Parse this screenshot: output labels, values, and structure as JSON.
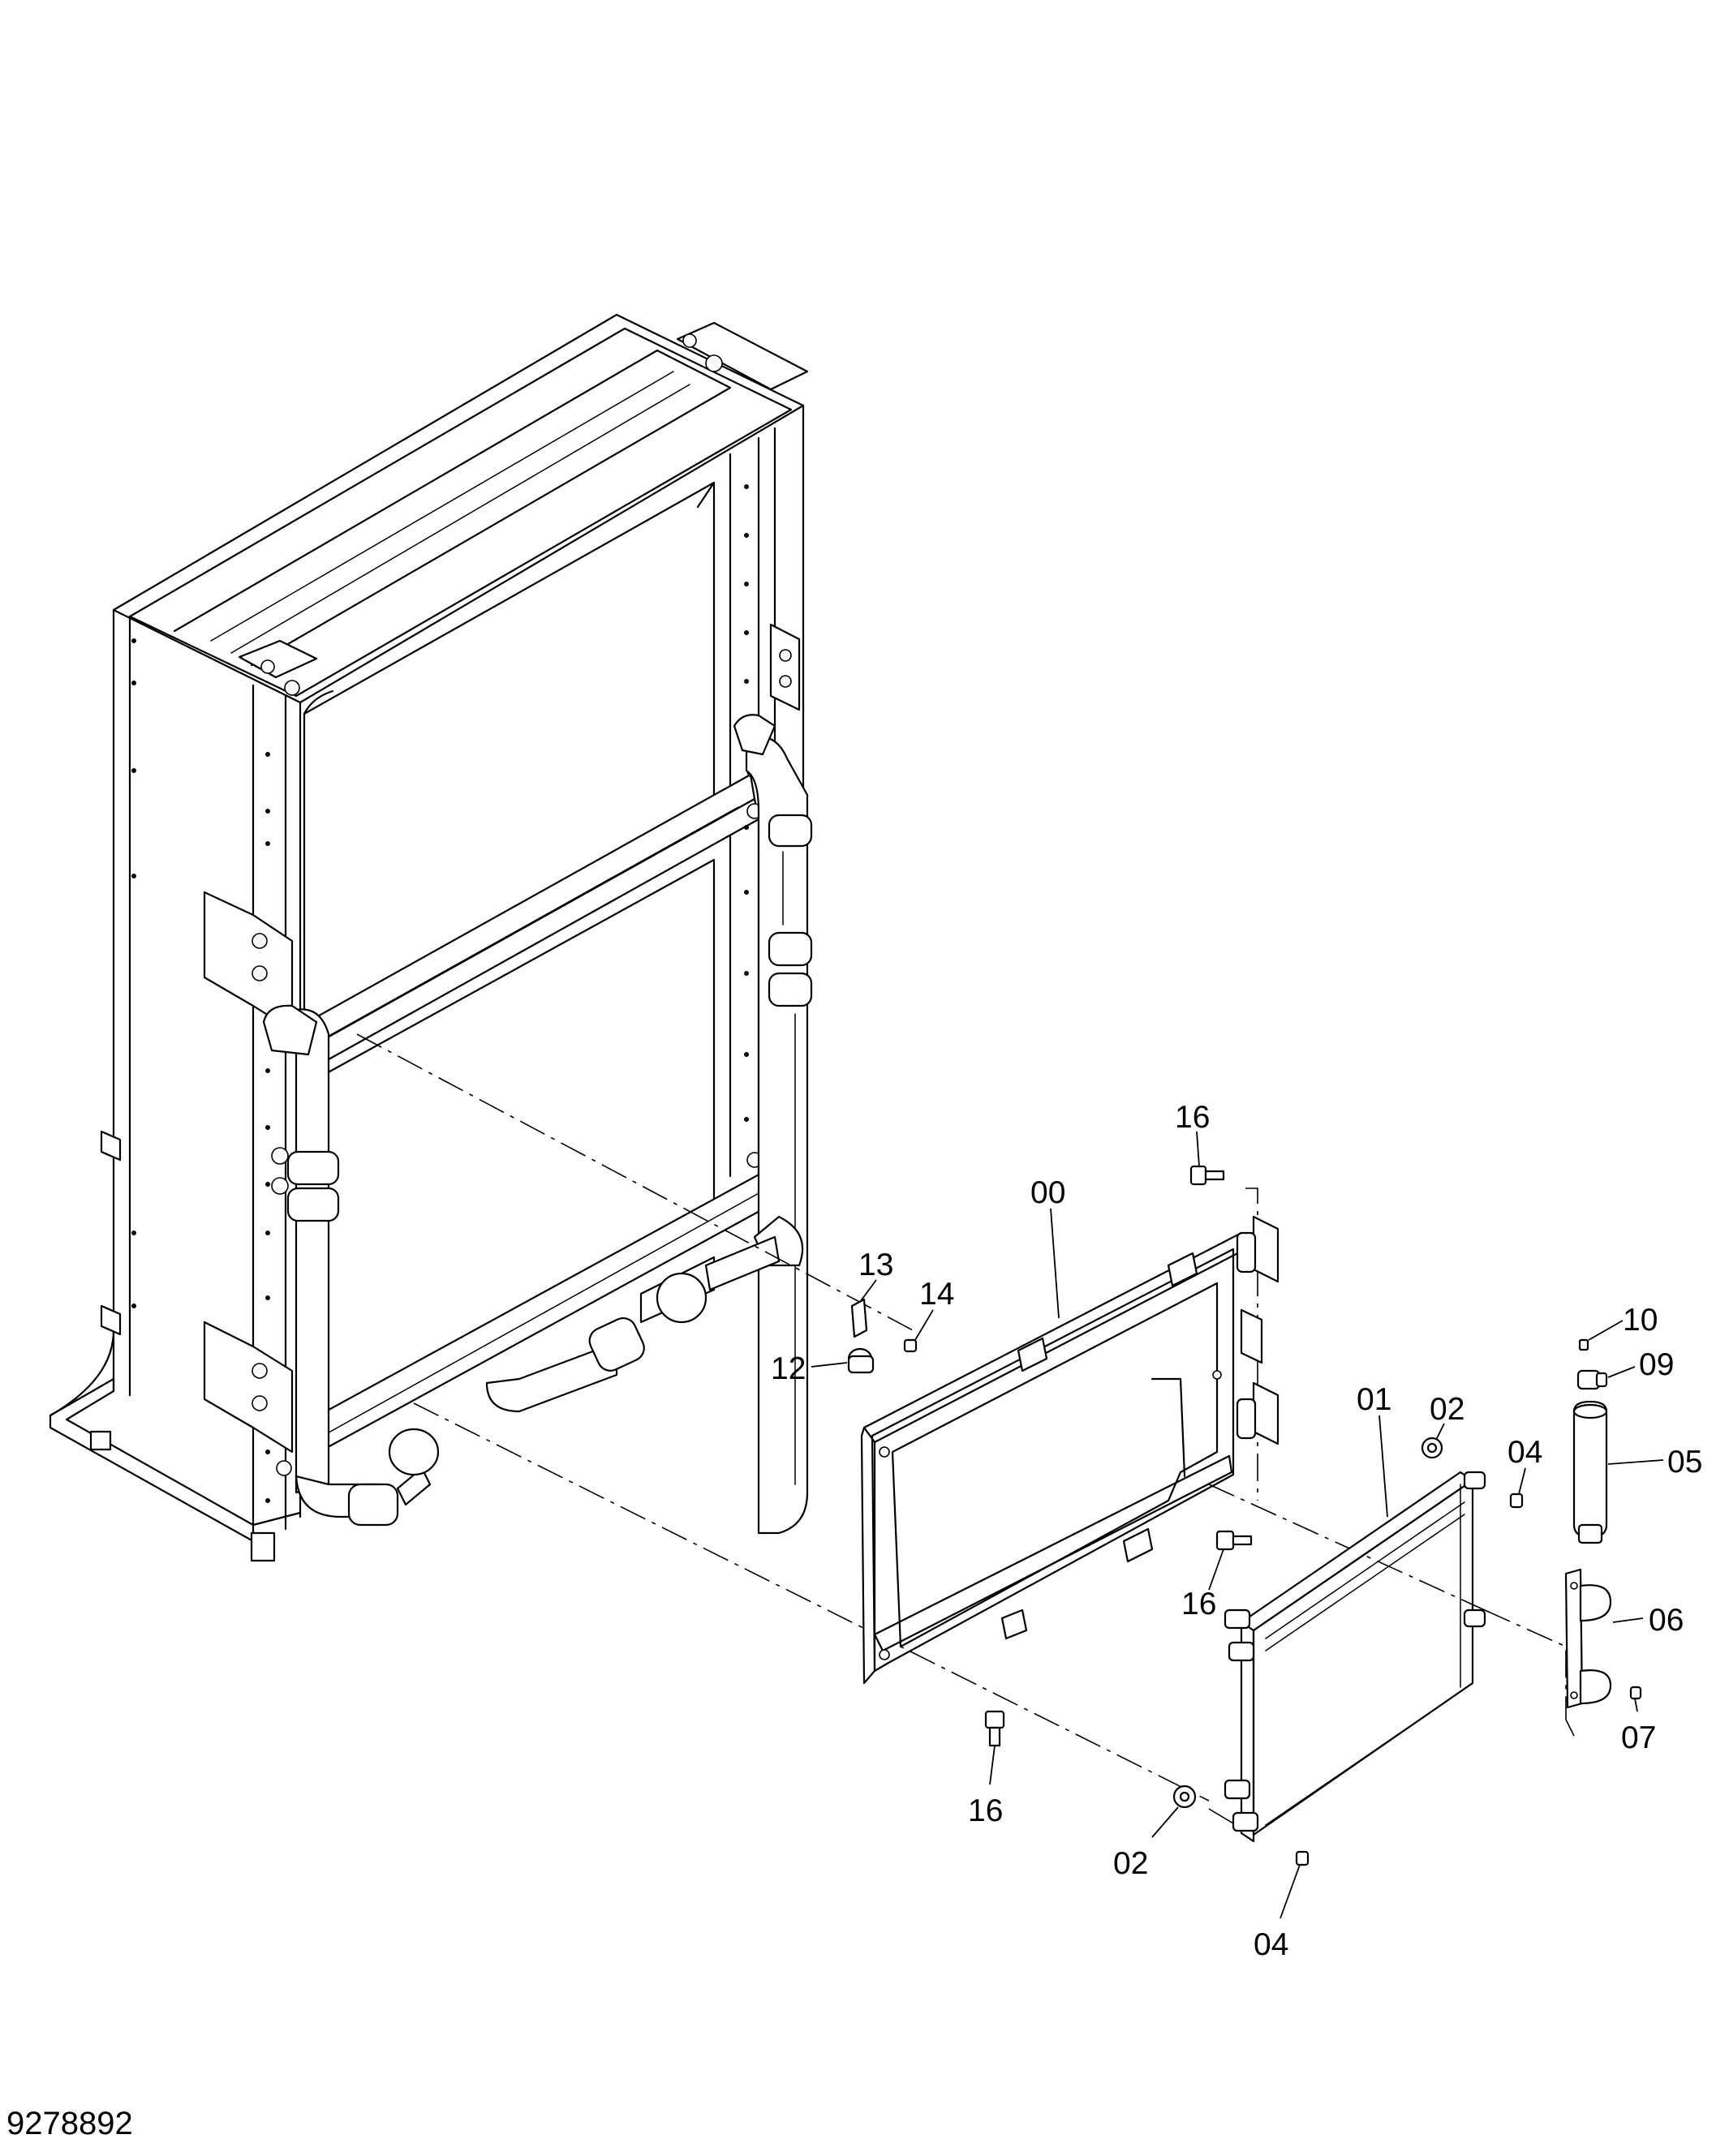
{
  "drawing_number": "9278892",
  "callouts": [
    {
      "id": "c16a",
      "text": "16"
    },
    {
      "id": "c00",
      "text": "00"
    },
    {
      "id": "c13",
      "text": "13"
    },
    {
      "id": "c14",
      "text": "14"
    },
    {
      "id": "c12",
      "text": "12"
    },
    {
      "id": "c01",
      "text": "01"
    },
    {
      "id": "c02a",
      "text": "02"
    },
    {
      "id": "c04a",
      "text": "04"
    },
    {
      "id": "c10",
      "text": "10"
    },
    {
      "id": "c09",
      "text": "09"
    },
    {
      "id": "c05",
      "text": "05"
    },
    {
      "id": "c16b",
      "text": "16"
    },
    {
      "id": "c06",
      "text": "06"
    },
    {
      "id": "c07",
      "text": "07"
    },
    {
      "id": "c16c",
      "text": "16"
    },
    {
      "id": "c02b",
      "text": "02"
    },
    {
      "id": "c04b",
      "text": "04"
    }
  ]
}
